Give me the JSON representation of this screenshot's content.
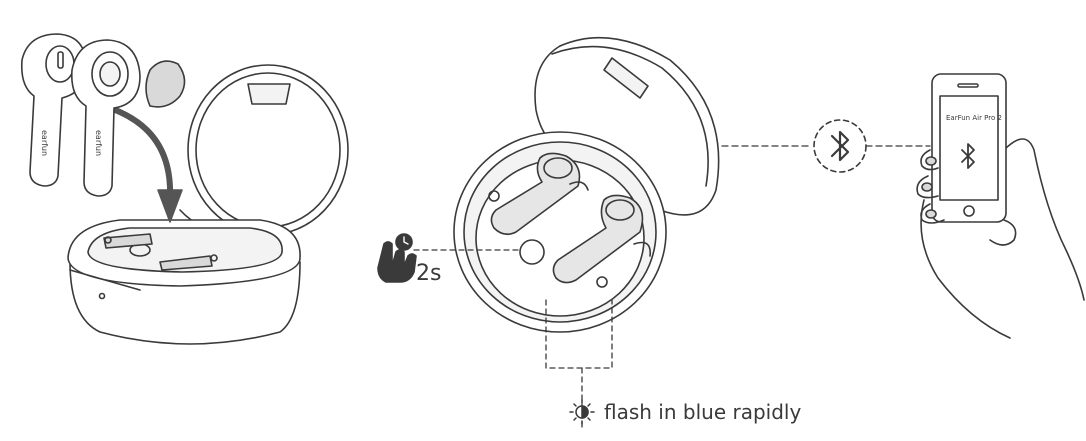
{
  "illustration": {
    "earbud_brand_text": "earfun",
    "hold_duration": "2s",
    "phone_screen_title": "EarFun Air Pro 2",
    "led_caption": "flash in blue rapidly"
  },
  "colors": {
    "line": "#3a3a3a",
    "fill_light": "#f3f3f3",
    "fill_mid": "#d9d9d9",
    "fill_dark": "#bdbdbd"
  },
  "icons": [
    "down-arrow-icon",
    "hand-touch-icon",
    "clock-icon",
    "bluetooth-icon",
    "sun-led-icon"
  ]
}
